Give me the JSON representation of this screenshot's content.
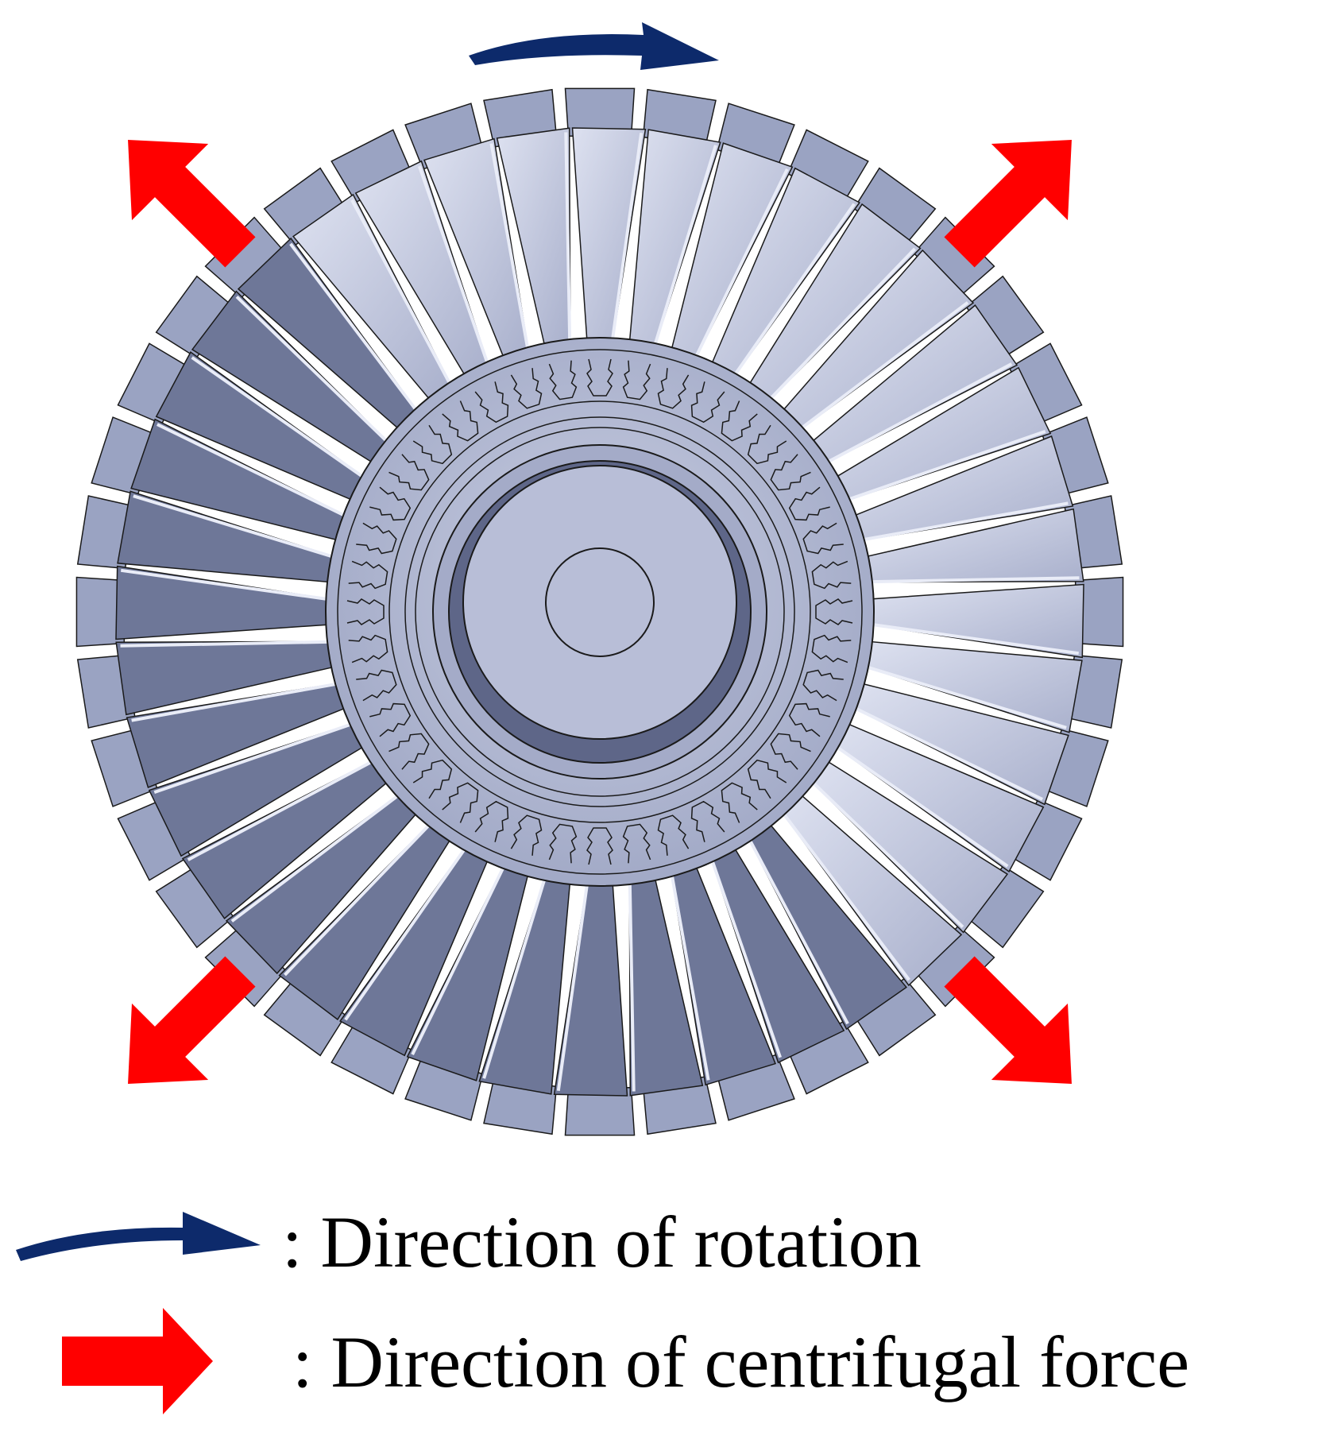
{
  "diagram": {
    "subject": "turbine rotor disk with blades (front view)",
    "blade_count": 40,
    "dovetail_slot_count": 40,
    "colors": {
      "rotation_arrow": "#0d2a6b",
      "centrifugal_arrow": "#ff0000",
      "blade_metal": "#9aa3c2",
      "blade_shadow": "#6e7798",
      "disk_metal": "#b7bdd6",
      "outline": "#1a1a1a"
    },
    "icons": {
      "rotation": "curved-arrow-icon",
      "centrifugal": "block-arrow-icon"
    },
    "centrifugal_arrow_directions": [
      "up-left",
      "up-right",
      "down-left",
      "down-right"
    ],
    "rotation_direction": "clockwise"
  },
  "legend": {
    "rotation_label": ": Direction of rotation",
    "centrifugal_label": ": Direction of centrifugal force"
  }
}
